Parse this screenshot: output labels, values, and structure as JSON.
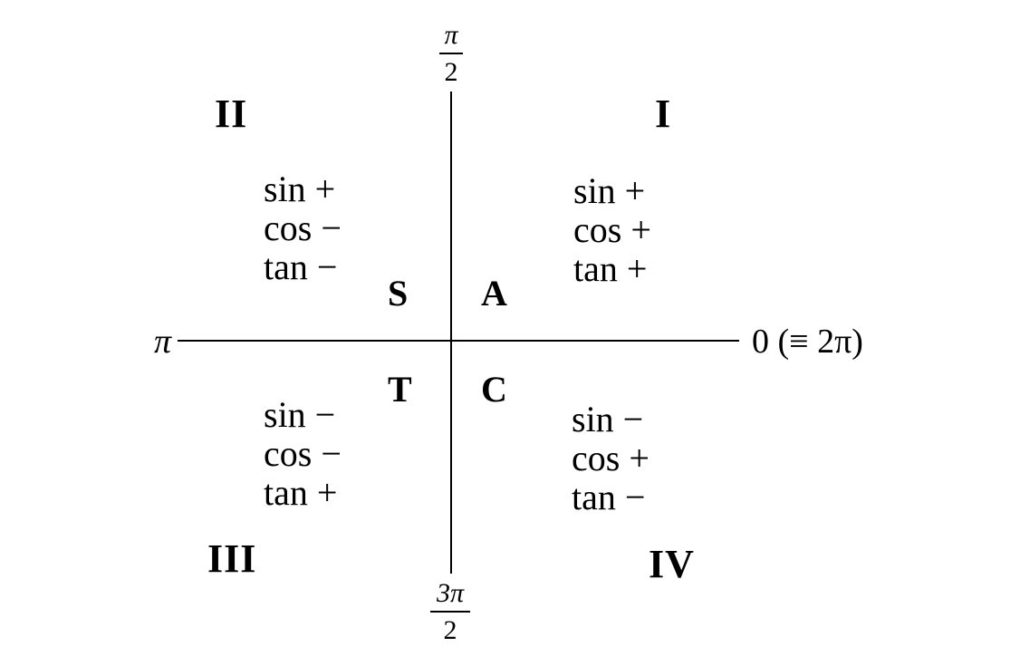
{
  "axes": {
    "top": {
      "numerator": "π",
      "denominator": "2"
    },
    "bottom": {
      "numerator": "3π",
      "denominator": "2"
    },
    "left": "π",
    "right": "0 (≡ 2π)"
  },
  "quadrants": {
    "I": {
      "numeral": "I",
      "letter": "A",
      "signs": [
        "sin +",
        "cos +",
        "tan +"
      ]
    },
    "II": {
      "numeral": "II",
      "letter": "S",
      "signs": [
        "sin +",
        "cos −",
        "tan −"
      ]
    },
    "III": {
      "numeral": "III",
      "letter": "T",
      "signs": [
        "sin −",
        "cos −",
        "tan +"
      ]
    },
    "IV": {
      "numeral": "IV",
      "letter": "C",
      "signs": [
        "sin −",
        "cos +",
        "tan −"
      ]
    }
  }
}
